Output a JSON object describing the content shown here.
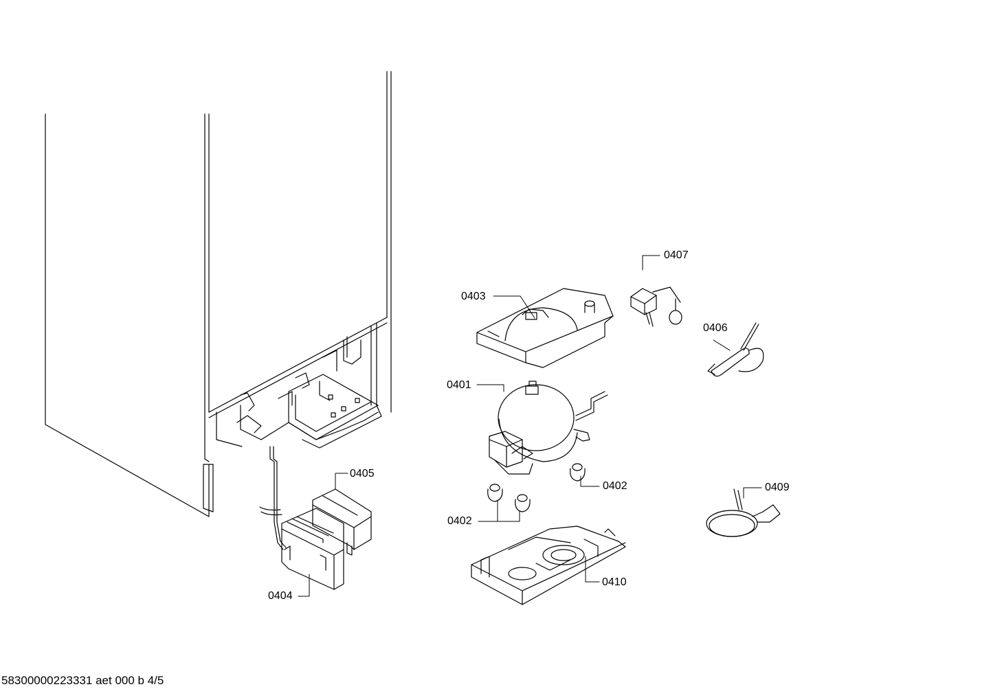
{
  "diagram": {
    "part_labels": {
      "compressor": "0401",
      "mount_grommet_right": "0402",
      "mount_grommet_left": "0402",
      "compressor_cover": "0403",
      "electronic_box": "0404",
      "electronic_box_cover": "0405",
      "capillary_filter": "0406",
      "relay_clip": "0407",
      "power_cord": "0409",
      "base_plate": "0410"
    },
    "footer_text": "58300000223331 aet 000 b 4/5"
  }
}
